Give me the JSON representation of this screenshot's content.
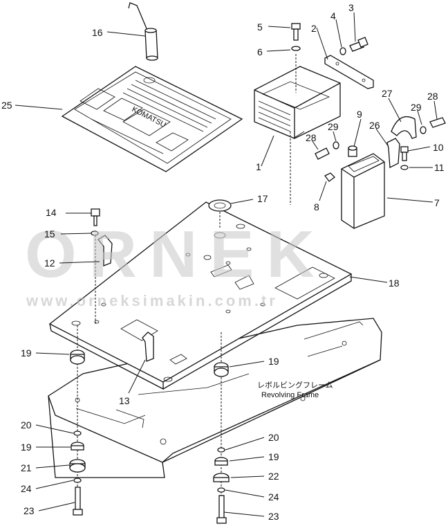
{
  "watermark": {
    "brand": "ORNEK",
    "url": "www.orneksimakin.com.tr"
  },
  "frame_label": {
    "jp": "レボルビングフレーム",
    "en": "Revolving Frame"
  },
  "callouts": {
    "c1": "1",
    "c2": "2",
    "c3": "3",
    "c4": "4",
    "c5": "5",
    "c6": "6",
    "c7": "7",
    "c8": "8",
    "c9": "9",
    "c10": "10",
    "c11": "11",
    "c12": "12",
    "c13": "13",
    "c14": "14",
    "c15": "15",
    "c16": "16",
    "c17": "17",
    "c18": "18",
    "c19a": "19",
    "c19b": "19",
    "c19c": "19",
    "c19d": "19",
    "c20a": "20",
    "c20b": "20",
    "c21": "21",
    "c22": "22",
    "c23a": "23",
    "c23b": "23",
    "c24a": "24",
    "c24b": "24",
    "c25": "25",
    "c26": "26",
    "c27": "27",
    "c28a": "28",
    "c28b": "28",
    "c29a": "29",
    "c29b": "29"
  },
  "mat_brand": "KOMATSU"
}
